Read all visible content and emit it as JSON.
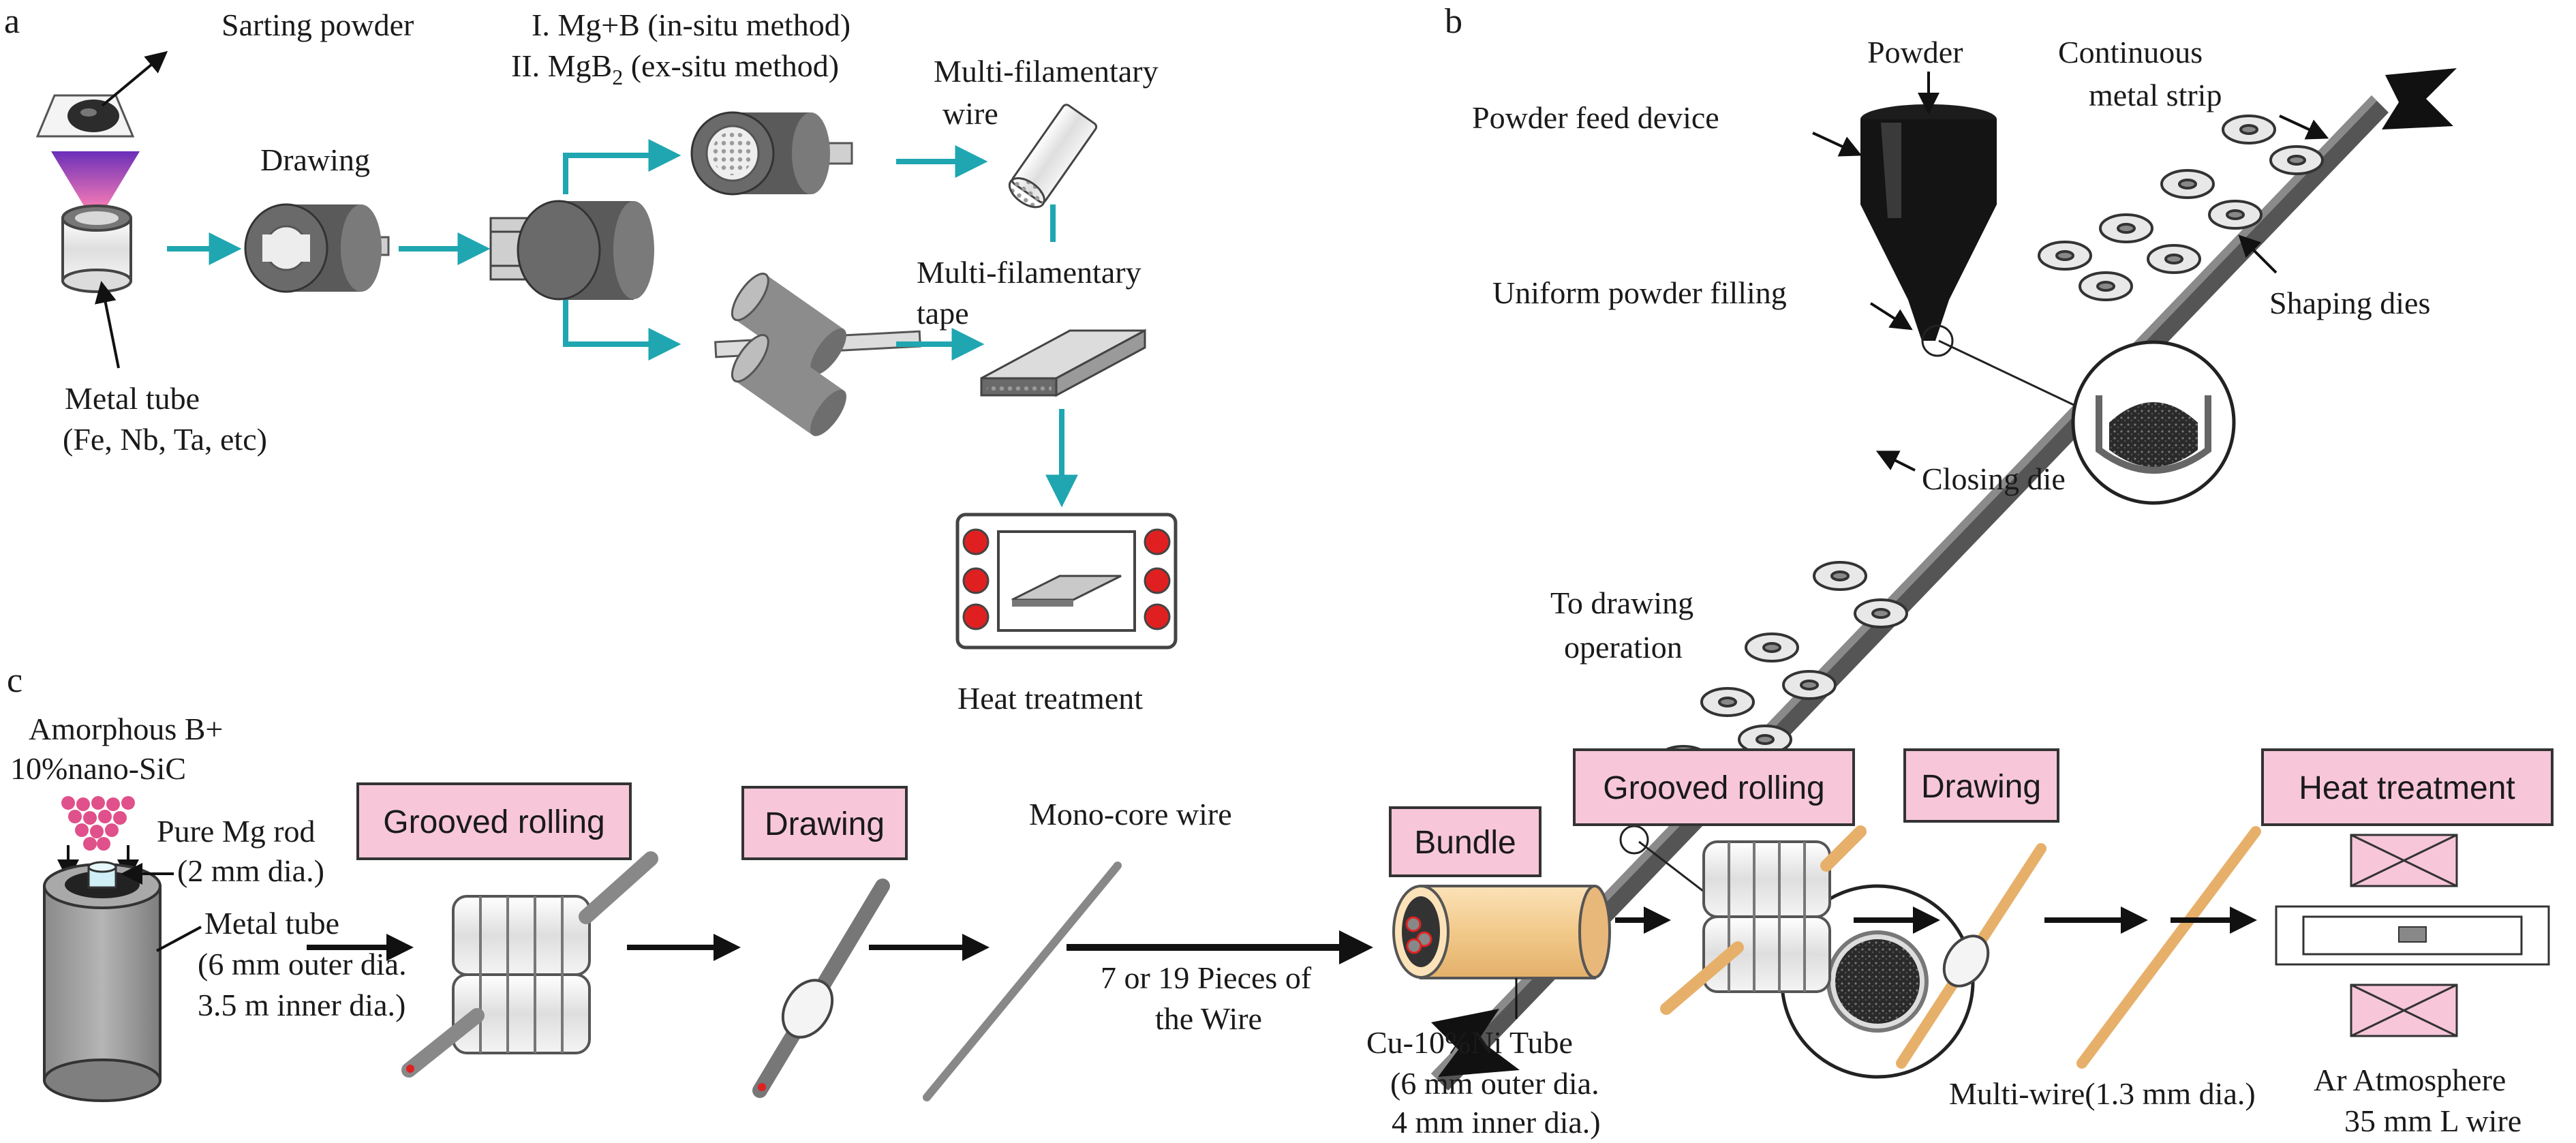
{
  "colors": {
    "teal_arrow": "#1fa6b0",
    "pink_box": "#f7c6d9",
    "metal_gray": "#707070",
    "dark_metal": "#3a3a3a",
    "copper": "#f2c98a",
    "red_heater": "#e02020"
  },
  "panel_a": {
    "letter": "a",
    "starting_powder": "Sarting powder",
    "method1": "I. Mg+B (in-situ method)",
    "method2_prefix": "II. MgB",
    "method2_sub": "2",
    "method2_suffix": " (ex-situ method)",
    "drawing": "Drawing",
    "metal_tube_line1": "Metal tube",
    "metal_tube_line2": "(Fe, Nb, Ta, etc)",
    "wire_line1": "Multi-filamentary",
    "wire_line2": "wire",
    "tape_line1": "Multi-filamentary",
    "tape_line2": "tape",
    "heat_treatment": "Heat treatment"
  },
  "panel_b": {
    "letter": "b",
    "powder": "Powder",
    "powder_feed_device": "Powder feed device",
    "continuous_line1": "Continuous",
    "continuous_line2": "metal strip",
    "uniform_filling": "Uniform powder filling",
    "shaping_dies": "Shaping dies",
    "closing_die": "Closing die",
    "to_drawing_line1": "To drawing",
    "to_drawing_line2": "operation"
  },
  "panel_c": {
    "letter": "c",
    "amorphous_line1": "Amorphous B+",
    "amorphous_line2": "10%nano-SiC",
    "pure_mg_line1": "Pure Mg  rod",
    "pure_mg_line2": "(2 mm dia.)",
    "metal_tube_line1": "Metal  tube",
    "metal_tube_line2": "(6 mm outer dia.",
    "metal_tube_line3": "3.5 m inner dia.)",
    "grooved_rolling_1": "Grooved  rolling",
    "drawing_1": "Drawing",
    "mono_core": "Mono-core  wire",
    "pieces_line1": "7 or 19 Pieces of",
    "pieces_line2": "the Wire",
    "bundle": "Bundle",
    "cuni_line1": "Cu-10%Ni Tube",
    "cuni_line2": "(6 mm outer dia.",
    "cuni_line3": "4 mm inner dia.)",
    "grooved_rolling_2": "Grooved  rolling",
    "drawing_2": "Drawing",
    "multi_wire": "Multi-wire(1.3 mm dia.)",
    "heat_treatment": "Heat  treatment",
    "ar_line1": "Ar Atmosphere",
    "ar_line2": "35 mm L  wire"
  }
}
